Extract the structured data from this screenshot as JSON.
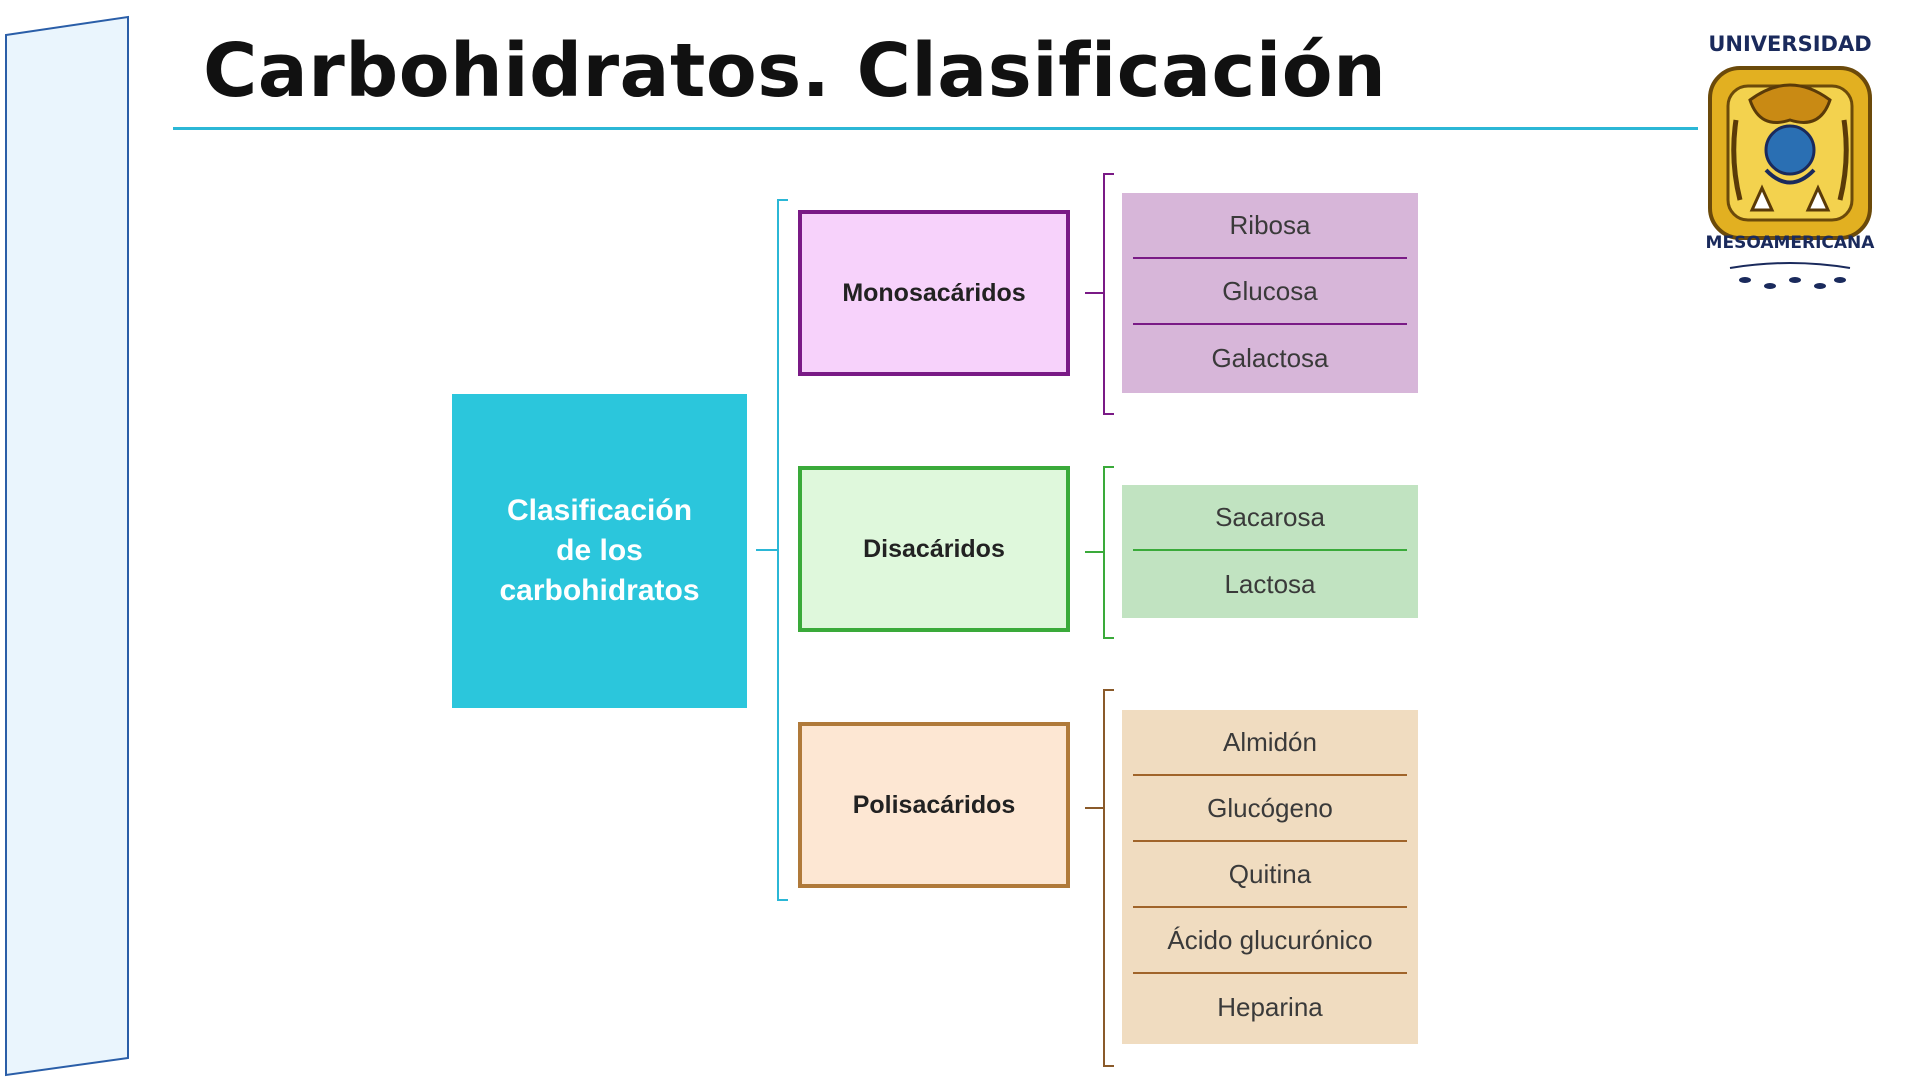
{
  "slide": {
    "title": "Carbohidratos. Clasificación"
  },
  "logo": {
    "top_text": "UNIVERSIDAD",
    "bottom_text": "MESOAMERICANA"
  },
  "diagram": {
    "root_lines": [
      "Clasificación",
      "de los",
      "carbohidratos"
    ],
    "categories": [
      {
        "label": "Monosacáridos",
        "items": [
          "Ribosa",
          "Glucosa",
          "Galactosa"
        ]
      },
      {
        "label": "Disacáridos",
        "items": [
          "Sacarosa",
          "Lactosa"
        ]
      },
      {
        "label": "Polisacáridos",
        "items": [
          "Almidón",
          "Glucógeno",
          "Quitina",
          "Ácido glucurónico",
          "Heparina"
        ]
      }
    ]
  },
  "colors": {
    "accent": "#2bb7d6",
    "root_fill": "#2bc6dc",
    "mono_border": "#7a1a86",
    "mono_fill": "#f7d2fb",
    "mono_panel": "#d7b6d9",
    "di_border": "#3aaa3a",
    "di_fill": "#dff8dc",
    "di_panel": "#c1e3c1",
    "poli_border": "#b07a3a",
    "poli_fill": "#fde7d3",
    "poli_panel": "#f0dcc0"
  }
}
